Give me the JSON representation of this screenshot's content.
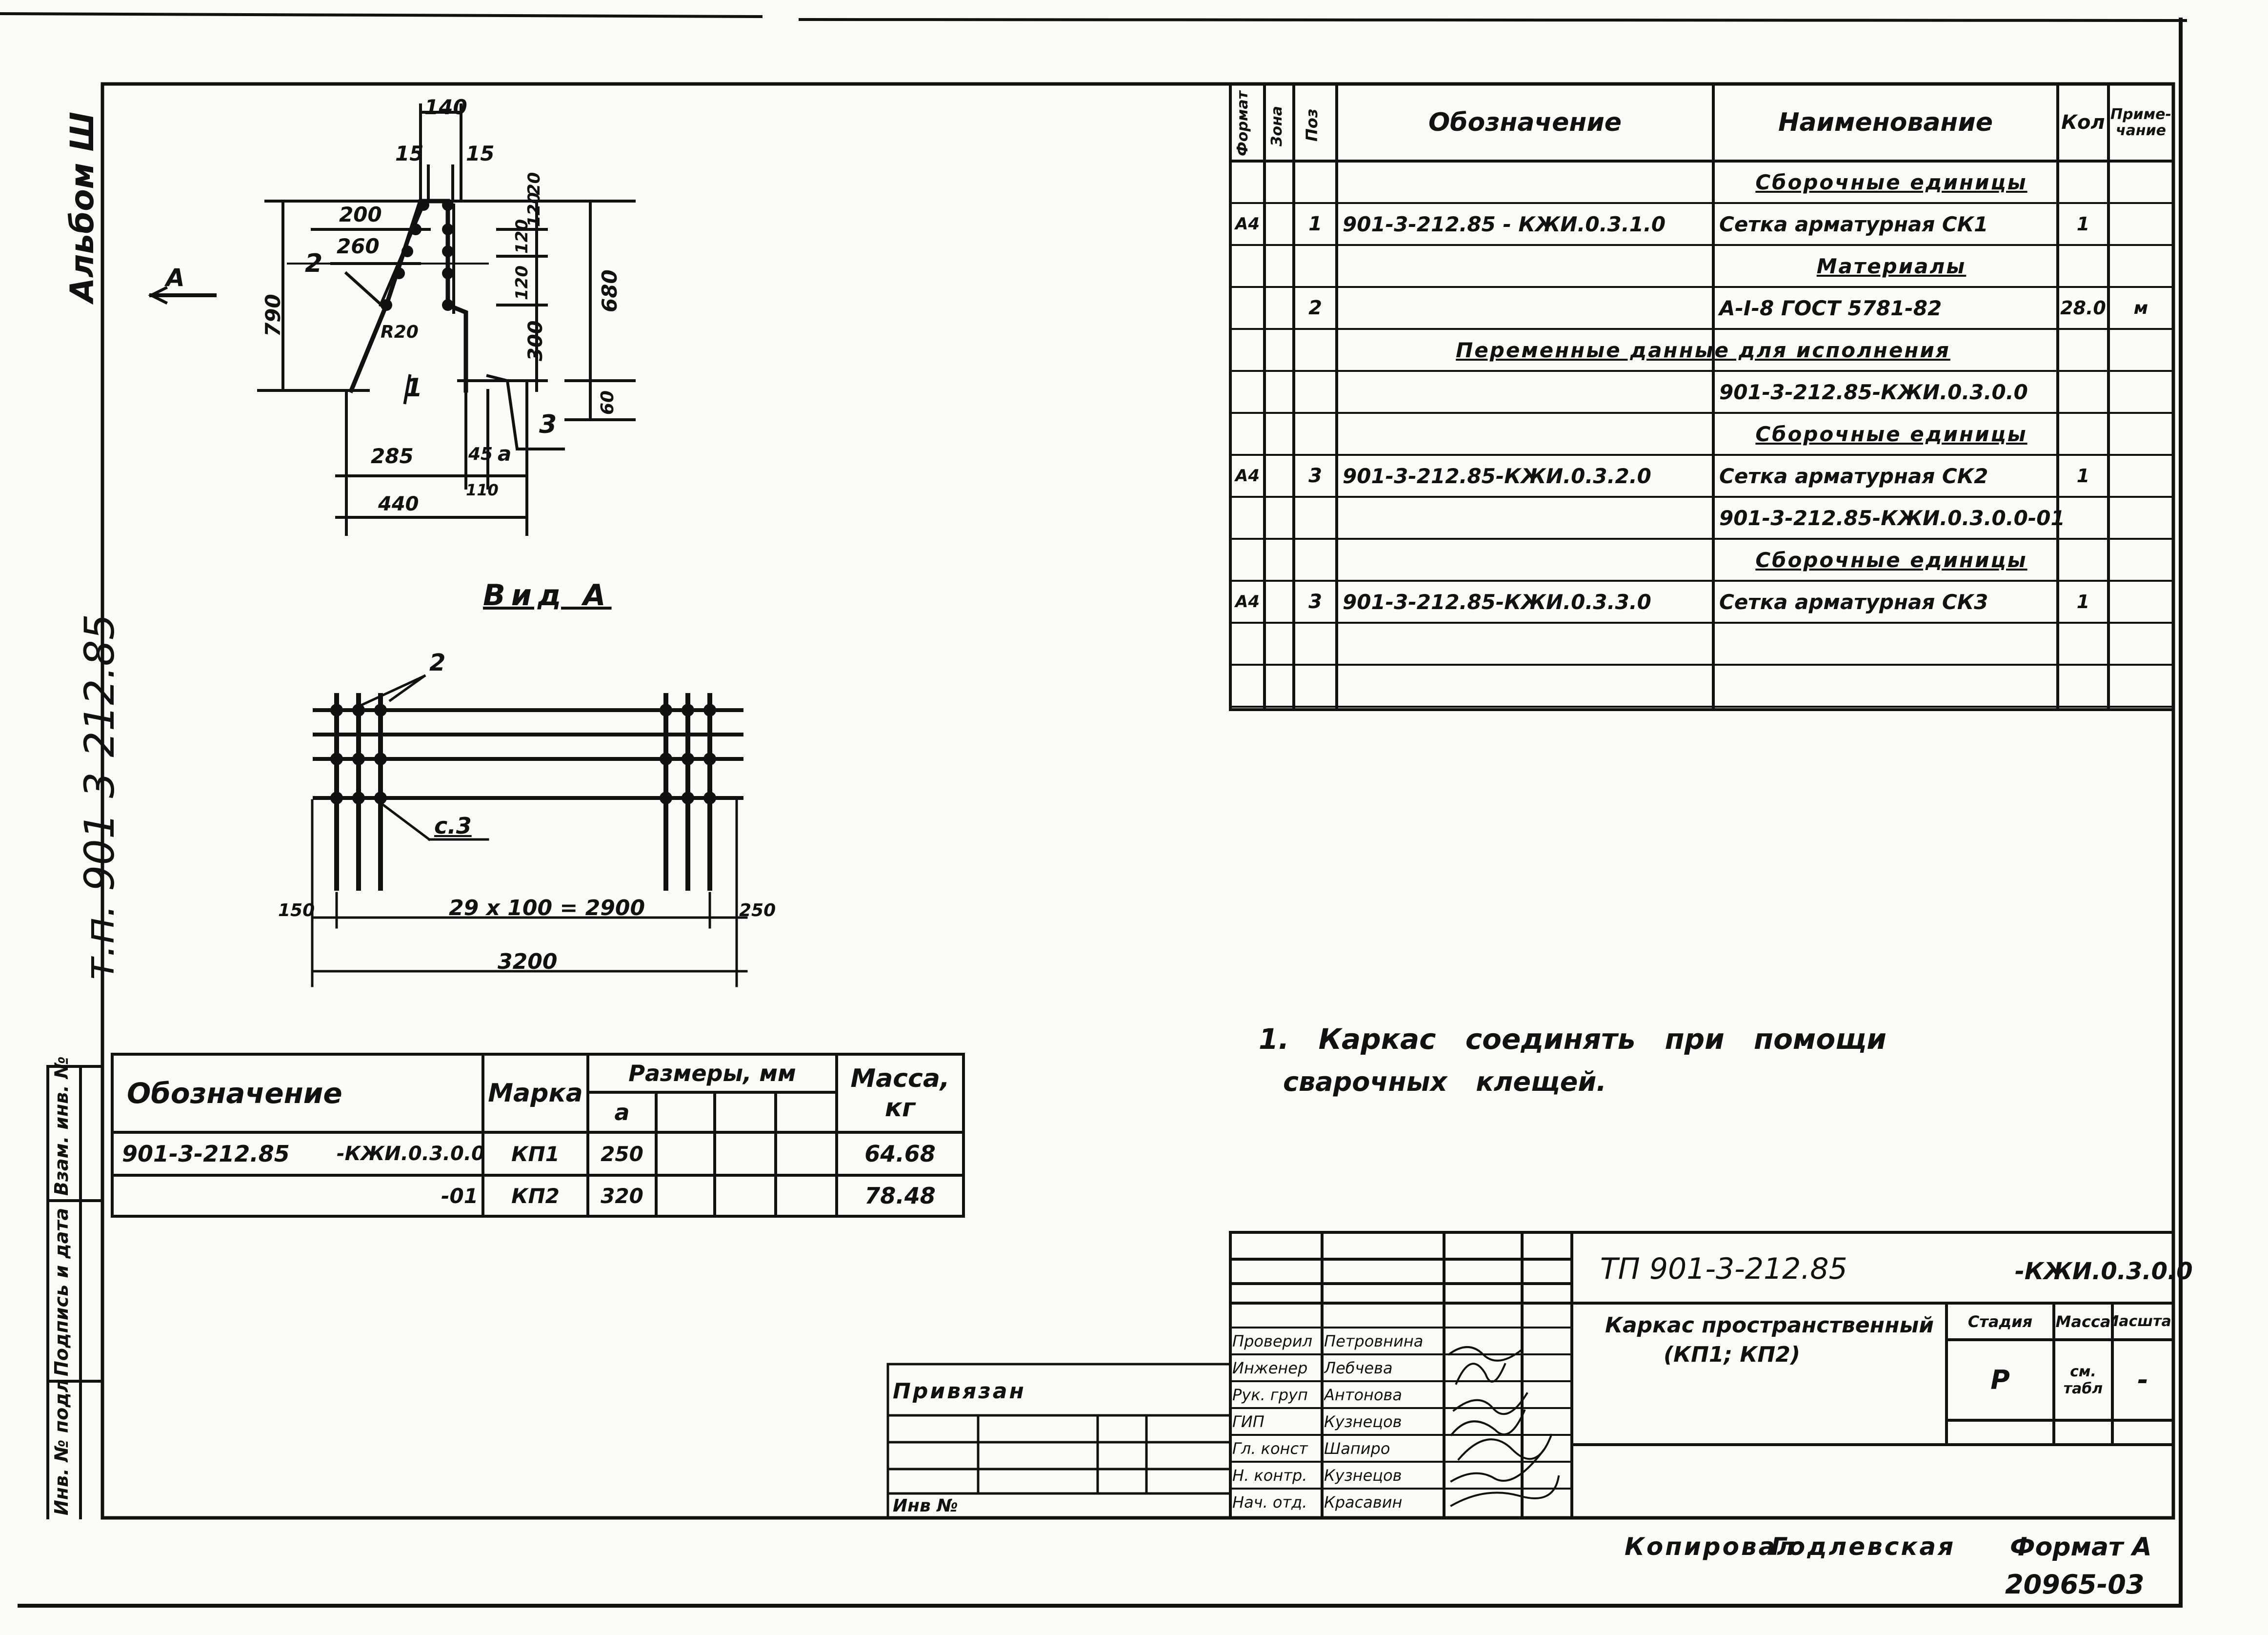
{
  "album_label": "Альбом Ш",
  "doc_code_vertical": "т.п. 901-3-212.85",
  "side_labels": [
    "Инв. № подл",
    "Подпись и дата",
    "Взам. инв. №"
  ],
  "drawing": {
    "section_marker": "А",
    "view_title": "Вид А",
    "dims": {
      "d140": "140",
      "d15a": "15",
      "d15b": "15",
      "d200": "200",
      "d260": "260",
      "d20": "20",
      "d120a": "120",
      "d120b": "120",
      "d120c": "120",
      "d790": "790",
      "d680": "680",
      "d300": "300",
      "d60": "60",
      "d285": "285",
      "d45": "45",
      "d_a": "а",
      "d440": "440",
      "d110": "110",
      "r20": "R20",
      "p1": "1",
      "p2": "2",
      "p3": "3",
      "view_p2": "2",
      "view_p3": "с.3",
      "v150": "150",
      "v250": "250",
      "v_span": "29 х 100 = 2900",
      "v_total": "3200"
    }
  },
  "spec": {
    "headers": [
      "Формат",
      "Зона",
      "Поз",
      "Обозначение",
      "Наименование",
      "Кол",
      "Приме-чание"
    ],
    "rows": [
      {
        "fmt": "",
        "zone": "",
        "pos": "",
        "code": "",
        "name": "Сборочные единицы",
        "qty": "",
        "note": "",
        "kind": "section"
      },
      {
        "fmt": "А4",
        "zone": "",
        "pos": "1",
        "code": "901-3-212.85 - КЖИ.0.3.1.0",
        "name": "Сетка арматурная СК1",
        "qty": "1",
        "note": "",
        "kind": "item"
      },
      {
        "fmt": "",
        "zone": "",
        "pos": "",
        "code": "",
        "name": "Материалы",
        "qty": "",
        "note": "",
        "kind": "section"
      },
      {
        "fmt": "",
        "zone": "",
        "pos": "2",
        "code": "",
        "name": "А-I-8 ГОСТ 5781-82",
        "qty": "28.0",
        "note": "м",
        "kind": "item"
      },
      {
        "fmt": "",
        "zone": "",
        "pos": "",
        "code": "",
        "name": "Переменные данные для исполнения",
        "qty": "",
        "note": "",
        "kind": "wide"
      },
      {
        "fmt": "",
        "zone": "",
        "pos": "",
        "code": "",
        "name": "901-3-212.85-КЖИ.0.3.0.0",
        "qty": "",
        "note": "",
        "kind": "item"
      },
      {
        "fmt": "",
        "zone": "",
        "pos": "",
        "code": "",
        "name": "Сборочные единицы",
        "qty": "",
        "note": "",
        "kind": "section"
      },
      {
        "fmt": "А4",
        "zone": "",
        "pos": "3",
        "code": "901-3-212.85-КЖИ.0.3.2.0",
        "name": "Сетка арматурная СК2",
        "qty": "1",
        "note": "",
        "kind": "item"
      },
      {
        "fmt": "",
        "zone": "",
        "pos": "",
        "code": "",
        "name": "901-3-212.85-КЖИ.0.3.0.0-01",
        "qty": "",
        "note": "",
        "kind": "item"
      },
      {
        "fmt": "",
        "zone": "",
        "pos": "",
        "code": "",
        "name": "Сборочные единицы",
        "qty": "",
        "note": "",
        "kind": "section"
      },
      {
        "fmt": "А4",
        "zone": "",
        "pos": "3",
        "code": "901-3-212.85-КЖИ.0.3.3.0",
        "name": "Сетка арматурная СК3",
        "qty": "1",
        "note": "",
        "kind": "item"
      },
      {
        "fmt": "",
        "zone": "",
        "pos": "",
        "code": "",
        "name": "",
        "qty": "",
        "note": "",
        "kind": "item"
      },
      {
        "fmt": "",
        "zone": "",
        "pos": "",
        "code": "",
        "name": "",
        "qty": "",
        "note": "",
        "kind": "item"
      }
    ]
  },
  "variants": {
    "headers": {
      "code": "Обозначение",
      "mark": "Марка",
      "sizes": "Размеры, мм",
      "size_a": "а",
      "mass": "Масса, кг"
    },
    "rows": [
      {
        "code": "901-3-212.85",
        "suffix": "-КЖИ.0.3.0.0",
        "mark": "КП1",
        "a": "250",
        "mass": "64.68"
      },
      {
        "code": "",
        "suffix": "-01",
        "mark": "КП2",
        "a": "320",
        "mass": "78.48"
      }
    ]
  },
  "note": {
    "line1": "1. Каркас соединять при помощи",
    "line2": "сварочных клещей."
  },
  "title_block": {
    "code": "ТП 901-3-212.85",
    "code_suffix": "-КЖИ.0.3.0.0",
    "title_line1": "Каркас пространственный",
    "title_line2": "(КП1; КП2)",
    "stage_label": "Стадия",
    "mass_label": "Масса",
    "scale_label": "Масштаб",
    "stage": "Р",
    "mass": "см. табл",
    "scale": "-",
    "roles": [
      {
        "role": "Проверил",
        "name": "Петровнина"
      },
      {
        "role": "Инженер",
        "name": "Лебчева"
      },
      {
        "role": "Рук. груп",
        "name": "Антонова"
      },
      {
        "role": "ГИП",
        "name": "Кузнецов"
      },
      {
        "role": "Гл. конст",
        "name": "Шапиро"
      },
      {
        "role": "Н. контр.",
        "name": "Кузнецов"
      },
      {
        "role": "Нач. отд.",
        "name": "Красавин"
      }
    ],
    "attached_label": "Привязан",
    "inv_label": "Инв №"
  },
  "footer": {
    "copied_label": "Копировал",
    "copied_name": "Годлевская",
    "format_label": "Формат А",
    "sheet_number": "20965-03"
  }
}
